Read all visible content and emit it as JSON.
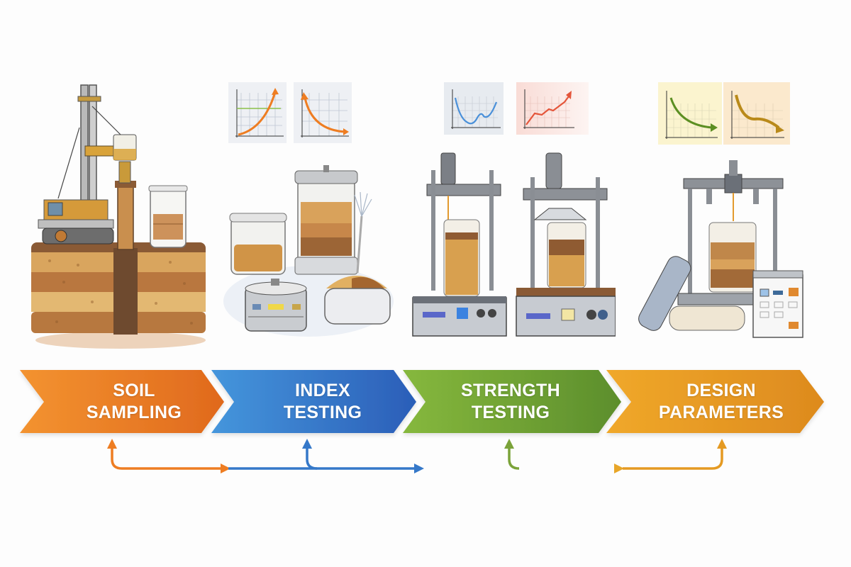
{
  "diagram": {
    "type": "process-flow",
    "stages": [
      {
        "id": "soil-sampling",
        "line1": "SOIL",
        "line2": "SAMPLING",
        "color": "#EE7D22",
        "illustration": "drilling-rig-with-soil-core-and-sample-jar"
      },
      {
        "id": "index-testing",
        "line1": "INDEX",
        "line2": "TESTING",
        "color": "#3578C9",
        "illustration": "sample-containers-sieve-and-bowl"
      },
      {
        "id": "strength-testing",
        "line1": "STRENGTH",
        "line2": "TESTING",
        "color": "#6E9F32",
        "illustration": "two-load-frame-compression-testers"
      },
      {
        "id": "design-parameters",
        "line1": "DESIGN",
        "line2": "PARAMETERS",
        "color": "#E59A22",
        "illustration": "test-frame-with-blueprints-and-data-panel"
      }
    ],
    "chart_thumbnails": [
      {
        "stage": "index-testing",
        "curve": "rising-exponential",
        "color": "#EE7D22"
      },
      {
        "stage": "index-testing",
        "curve": "decaying-exponential",
        "color": "#EE7D22"
      },
      {
        "stage": "strength-testing",
        "curve": "valley-then-rise",
        "color": "#4A90D9"
      },
      {
        "stage": "strength-testing",
        "curve": "rising-trend-arrow",
        "color": "#E4553A"
      },
      {
        "stage": "design-parameters",
        "curve": "decreasing-curve",
        "color": "#5C8F22"
      },
      {
        "stage": "design-parameters",
        "curve": "decreasing-curve",
        "color": "#B98A1A"
      }
    ],
    "feedback_loop": {
      "description": "connector line under stages with up-arrows pointing to each stage",
      "segment_colors": [
        "#EE7D22",
        "#3578C9",
        "#7BA33A",
        "#E59A22"
      ]
    }
  }
}
